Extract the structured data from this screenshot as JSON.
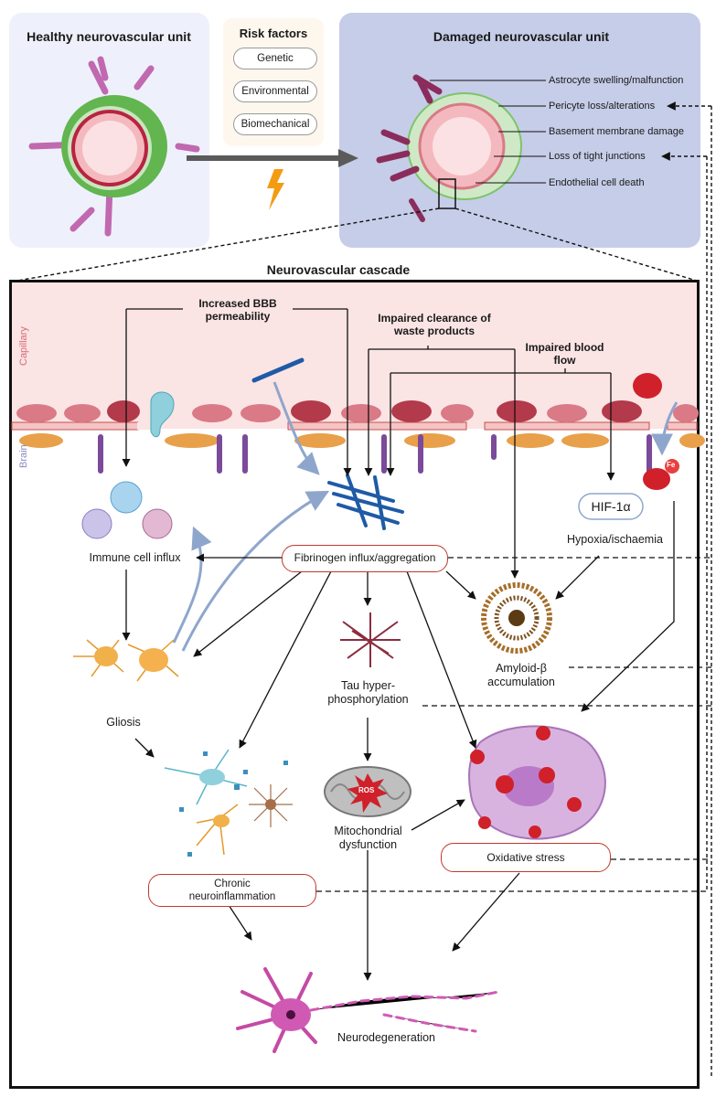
{
  "top": {
    "healthy_title": "Healthy neurovascular unit",
    "risk_title": "Risk factors",
    "risk_items": [
      "Genetic",
      "Environmental",
      "Biomechanical"
    ],
    "damaged_title": "Damaged neurovascular unit",
    "damage_labels": [
      "Astrocyte swelling/malfunction",
      "Pericyte loss/alterations",
      "Basement membrane damage",
      "Loss of tight junctions",
      "Endothelial cell death"
    ]
  },
  "cascade": {
    "title": "Neurovascular cascade",
    "zone_capillary": "Capillary",
    "zone_brain": "Brain",
    "headers": {
      "bbb": "Increased BBB permeability",
      "clearance": "Impaired clearance of waste products",
      "blood_flow": "Impaired blood flow"
    },
    "nodes": {
      "immune": "Immune cell influx",
      "fibrinogen": "Fibrinogen influx/aggregation",
      "hif": "HIF-1α",
      "hypoxia": "Hypoxia/ischaemia",
      "gliosis": "Gliosis",
      "tau_line1": "Tau hyper-",
      "tau_line2": "phosphorylation",
      "amyloid_line1": "Amyloid-β",
      "amyloid_line2": "accumulation",
      "mito_line1": "Mitochondrial",
      "mito_line2": "dysfunction",
      "oxidative": "Oxidative stress",
      "chronic_line1": "Chronic",
      "chronic_line2": "neuroinflammation",
      "neurodegeneration": "Neurodegeneration",
      "ros": "ROS",
      "fe": "Fe"
    }
  },
  "colors": {
    "healthy_bg": "#eef1fb",
    "damaged_bg": "#c6cde8",
    "capillary_bg": "#fbe4e4",
    "node_border": "#c0392b",
    "arrow": "#111111",
    "soft_arrow": "#8fa6cc"
  }
}
